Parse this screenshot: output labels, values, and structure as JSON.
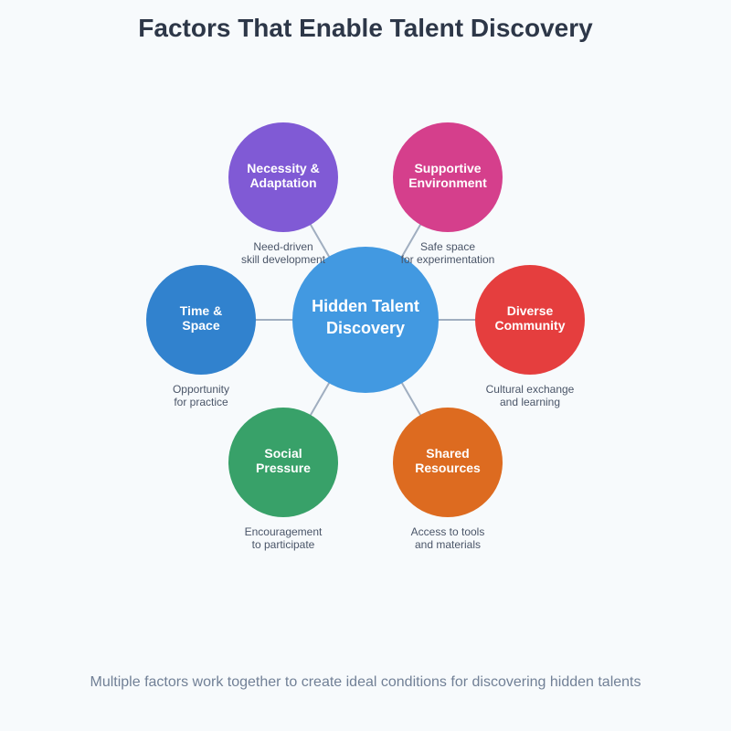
{
  "title": "Factors That Enable Talent Discovery",
  "center": {
    "lines": [
      "Hidden Talent",
      "Discovery"
    ],
    "color": "#4299e1"
  },
  "connector_color": "#a0aec0",
  "factors": [
    {
      "lines": [
        "Necessity &",
        "Adaptation"
      ],
      "desc": [
        "Need-driven",
        "skill development"
      ],
      "color": "#805ad5",
      "position": "top-left"
    },
    {
      "lines": [
        "Supportive",
        "Environment"
      ],
      "desc": [
        "Safe space",
        "for experimentation"
      ],
      "color": "#d53f8c",
      "position": "top-right"
    },
    {
      "lines": [
        "Diverse",
        "Community"
      ],
      "desc": [
        "Cultural exchange",
        "and learning"
      ],
      "color": "#e53e3e",
      "position": "right"
    },
    {
      "lines": [
        "Shared",
        "Resources"
      ],
      "desc": [
        "Access to tools",
        "and materials"
      ],
      "color": "#dd6b20",
      "position": "bottom-right"
    },
    {
      "lines": [
        "Social",
        "Pressure"
      ],
      "desc": [
        "Encouragement",
        "to participate"
      ],
      "color": "#38a169",
      "position": "bottom-left"
    },
    {
      "lines": [
        "Time &",
        "Space"
      ],
      "desc": [
        "Opportunity",
        "for practice"
      ],
      "color": "#3182ce",
      "position": "left"
    }
  ],
  "footer": "Multiple factors work together to create ideal conditions for discovering hidden talents"
}
